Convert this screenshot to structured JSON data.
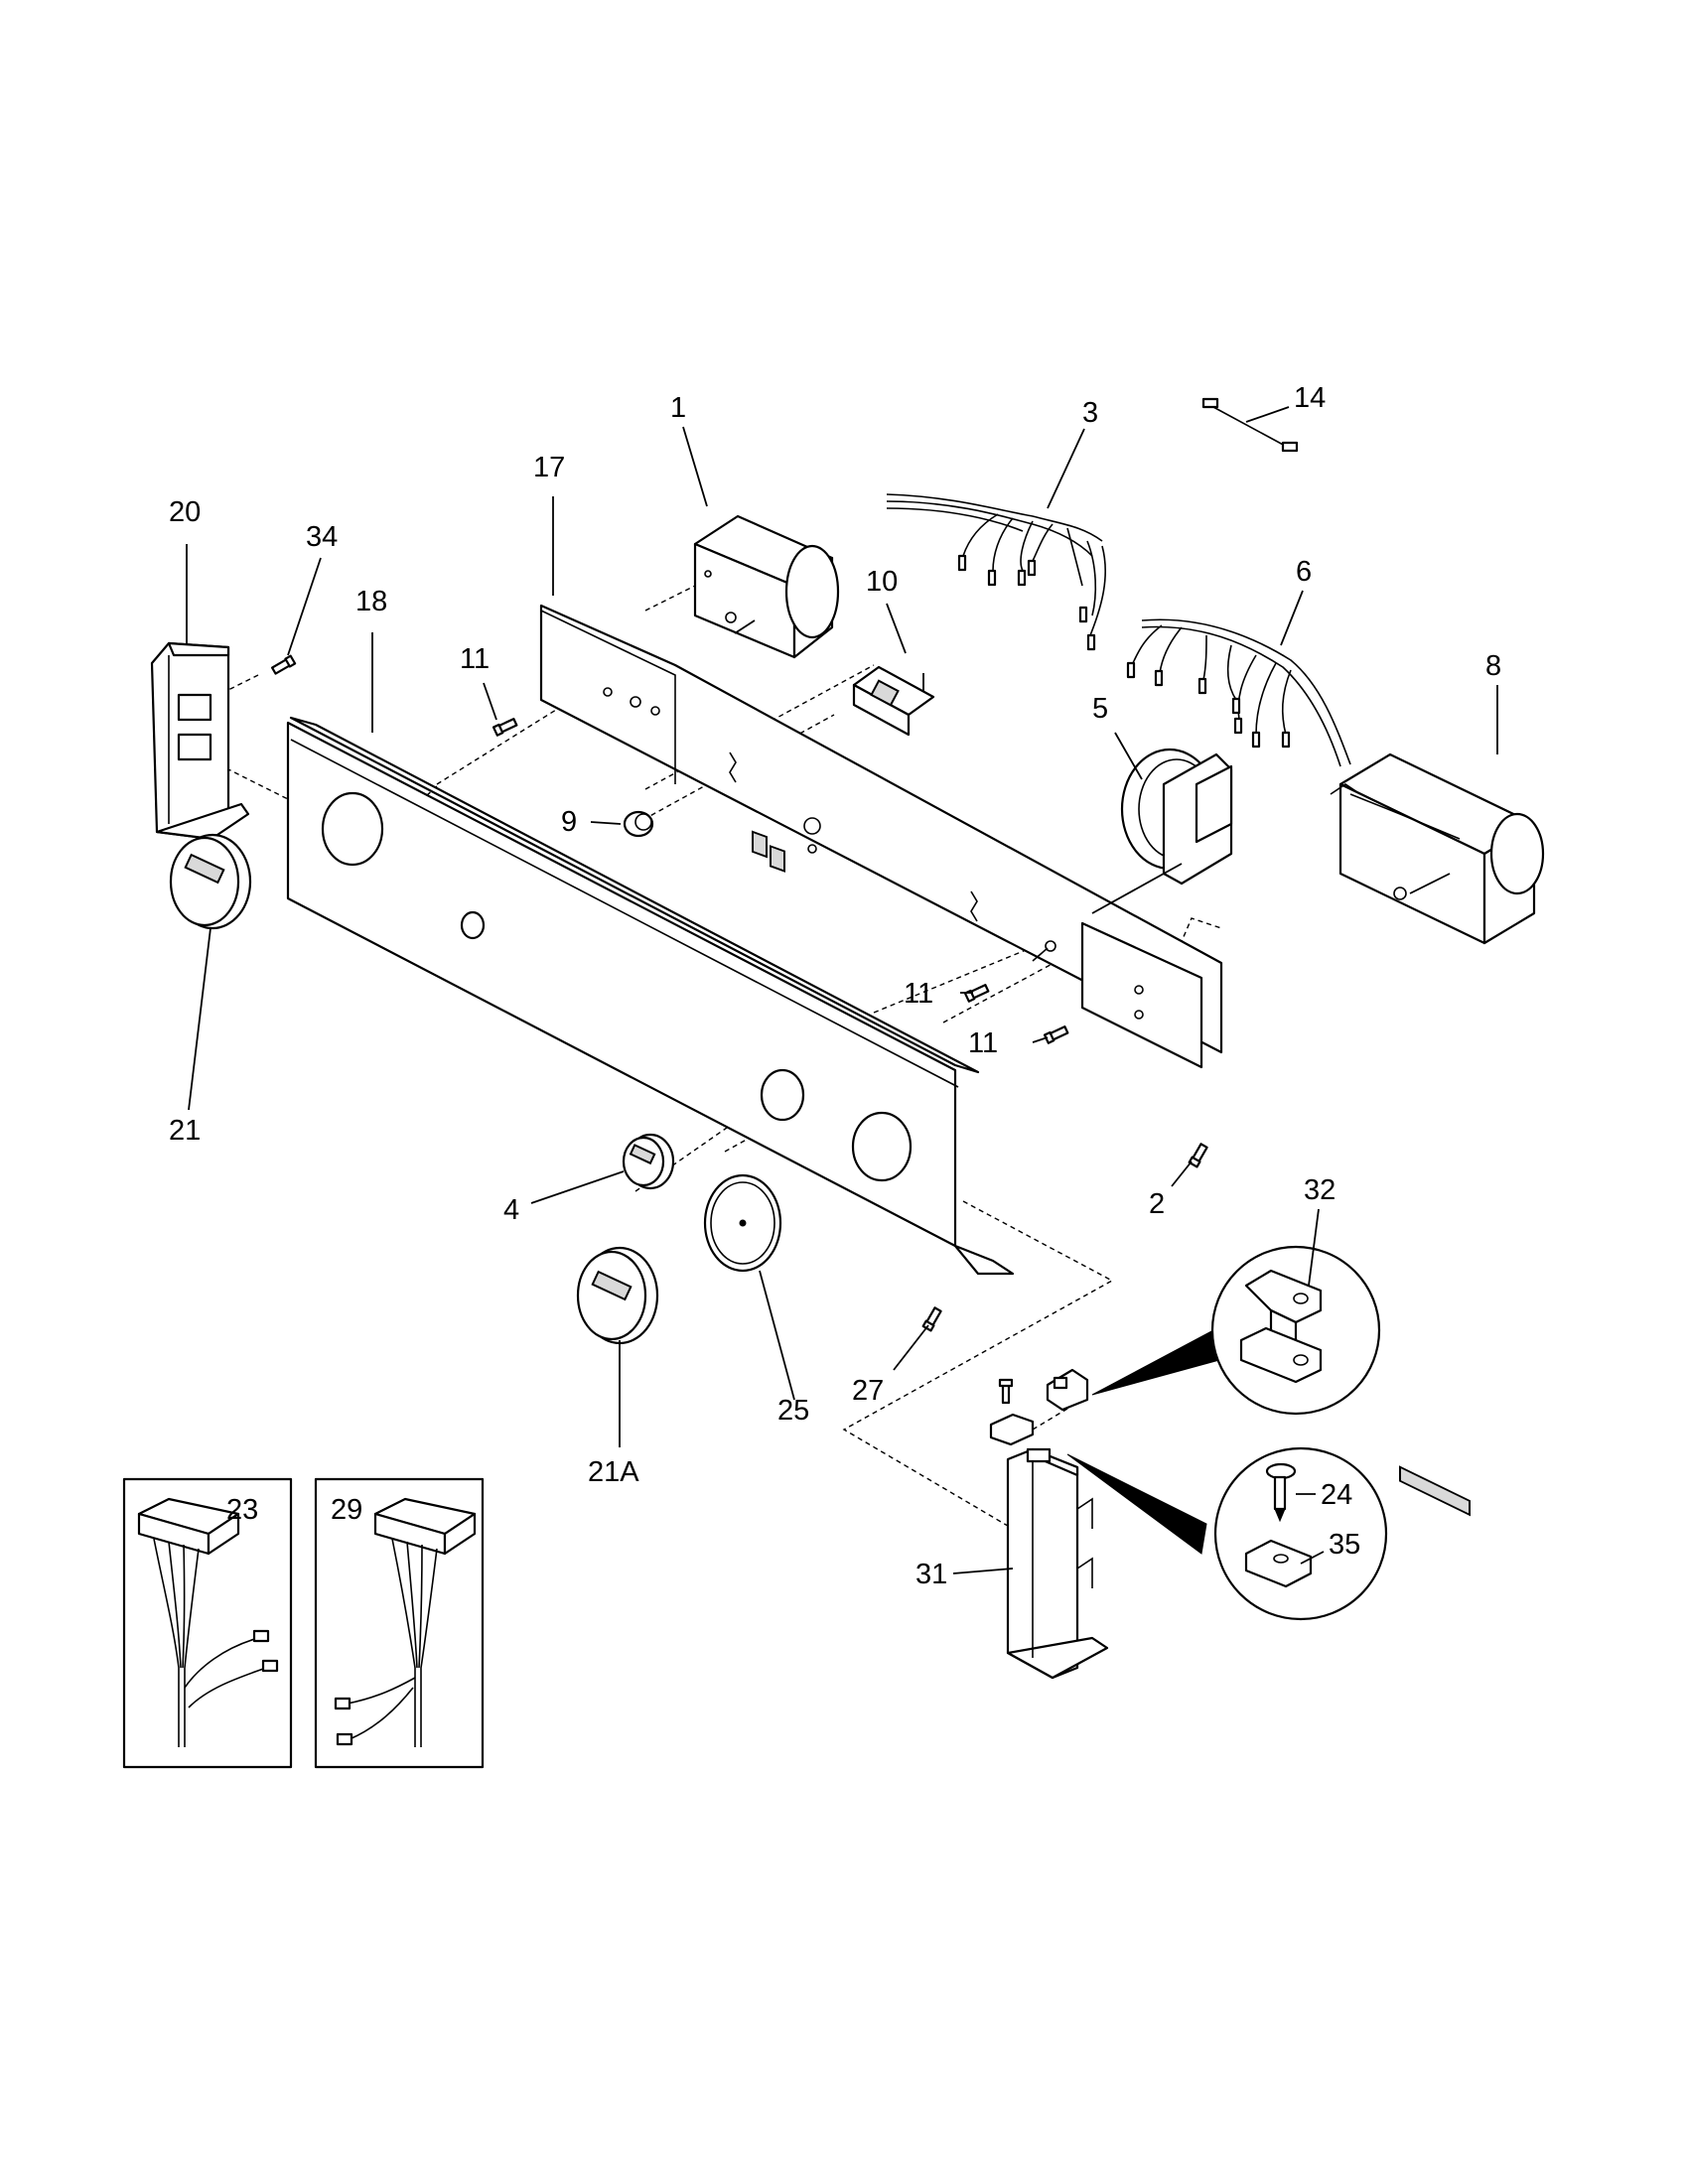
{
  "callouts": {
    "c1": "1",
    "c2": "2",
    "c3": "3",
    "c4": "4",
    "c5": "5",
    "c6": "6",
    "c8": "8",
    "c9": "9",
    "c10": "10",
    "c11a": "11",
    "c11b": "11",
    "c11c": "11",
    "c14": "14",
    "c17": "17",
    "c18": "18",
    "c20": "20",
    "c21": "21",
    "c21a": "21A",
    "c23": "23",
    "c24": "24",
    "c25": "25",
    "c27": "27",
    "c29": "29",
    "c31": "31",
    "c32": "32",
    "c34": "34",
    "c35": "35"
  }
}
